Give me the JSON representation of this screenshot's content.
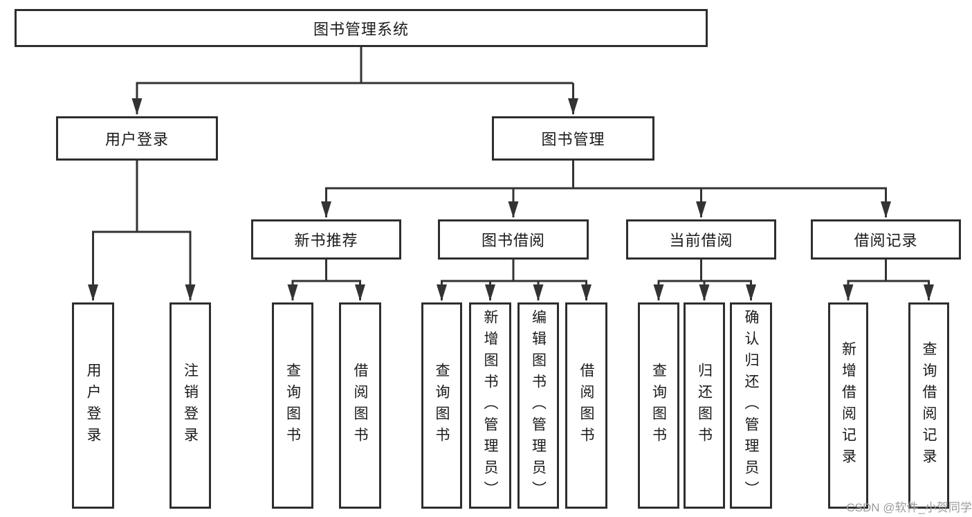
{
  "tree": {
    "label": "图书管理系统",
    "children": [
      {
        "label": "用户登录",
        "children": [
          {
            "label": "用户登录"
          },
          {
            "label": "注销登录"
          }
        ]
      },
      {
        "label": "图书管理",
        "children": [
          {
            "label": "新书推荐",
            "children": [
              {
                "label": "查询图书"
              },
              {
                "label": "借阅图书"
              }
            ]
          },
          {
            "label": "图书借阅",
            "children": [
              {
                "label": "查询图书"
              },
              {
                "label": "新增图书（管理员）"
              },
              {
                "label": "编辑图书（管理员）"
              },
              {
                "label": "借阅图书"
              }
            ]
          },
          {
            "label": "当前借阅",
            "children": [
              {
                "label": "查询图书"
              },
              {
                "label": "归还图书"
              },
              {
                "label": "确认归还（管理员）"
              }
            ]
          },
          {
            "label": "借阅记录",
            "children": [
              {
                "label": "新增借阅记录"
              },
              {
                "label": "查询借阅记录"
              }
            ]
          }
        ]
      }
    ]
  },
  "watermark": {
    "text": "CSDN @软件_小贺同学",
    "color": "#9c9ca0"
  },
  "colors": {
    "background": "#ffffff",
    "box_fill": "#ffffff",
    "box_border": "#2e2e2e",
    "line": "#333333",
    "text": "#1a1a1a"
  }
}
